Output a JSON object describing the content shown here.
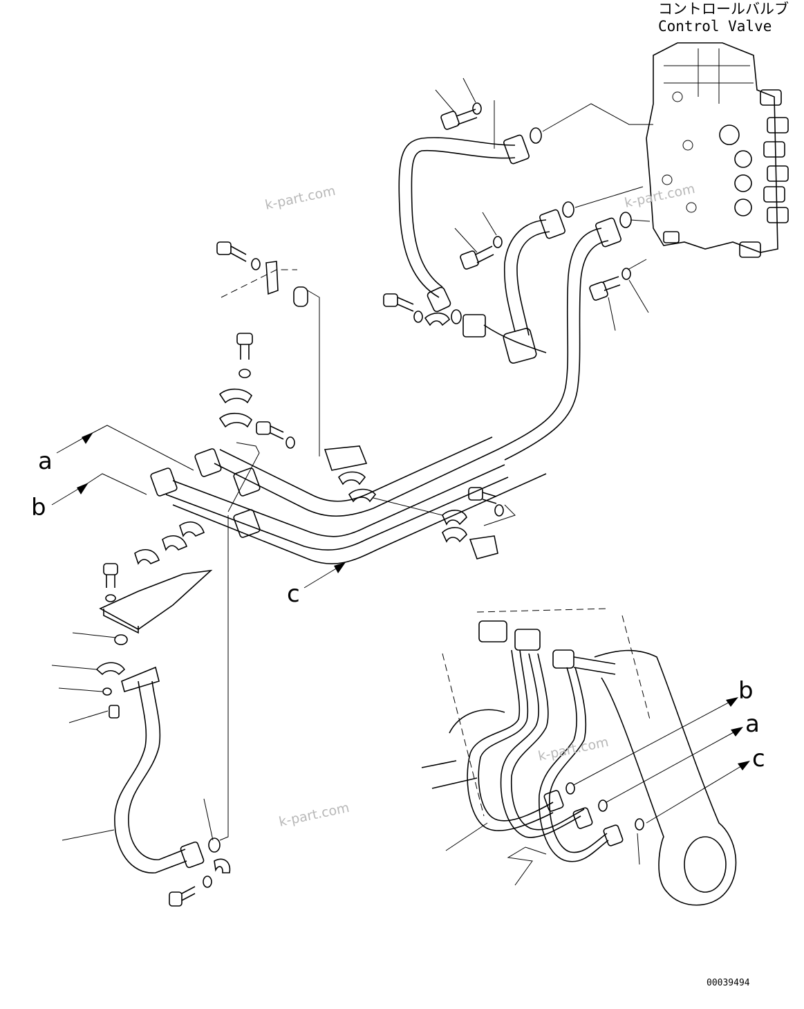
{
  "title": {
    "jp": "コントロールバルブ",
    "en": "Control Valve"
  },
  "labels": {
    "a": "a",
    "b": "b",
    "c": "c"
  },
  "watermark": "k-part.com",
  "drawing_number": "00039494"
}
